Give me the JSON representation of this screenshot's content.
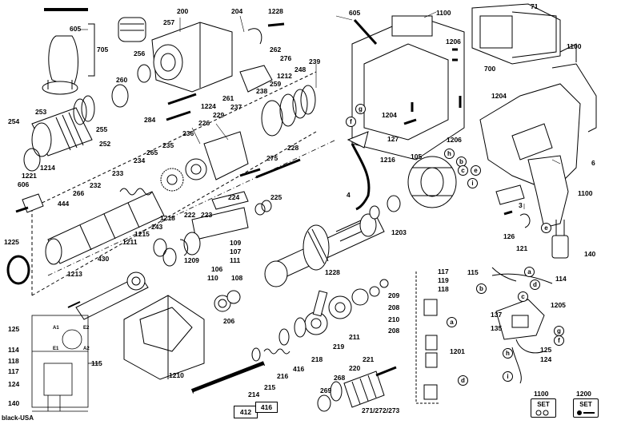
{
  "parts": [
    {
      "id": "p605a",
      "text": "605"
    },
    {
      "id": "p705",
      "text": "705"
    },
    {
      "id": "p257",
      "text": "257"
    },
    {
      "id": "p200",
      "text": "200"
    },
    {
      "id": "p204",
      "text": "204"
    },
    {
      "id": "p1228a",
      "text": "1228"
    },
    {
      "id": "p256",
      "text": "256"
    },
    {
      "id": "p262",
      "text": "262"
    },
    {
      "id": "p276",
      "text": "276"
    },
    {
      "id": "p260",
      "text": "260"
    },
    {
      "id": "p261",
      "text": "261"
    },
    {
      "id": "p259",
      "text": "259"
    },
    {
      "id": "p239",
      "text": "239"
    },
    {
      "id": "p248",
      "text": "248"
    },
    {
      "id": "p1212",
      "text": "1212"
    },
    {
      "id": "p238",
      "text": "238"
    },
    {
      "id": "p237",
      "text": "237"
    },
    {
      "id": "p1224",
      "text": "1224"
    },
    {
      "id": "p253",
      "text": "253"
    },
    {
      "id": "p254",
      "text": "254"
    },
    {
      "id": "p255",
      "text": "255"
    },
    {
      "id": "p284",
      "text": "284"
    },
    {
      "id": "p226",
      "text": "226"
    },
    {
      "id": "p229",
      "text": "229"
    },
    {
      "id": "p252",
      "text": "252"
    },
    {
      "id": "p236",
      "text": "236"
    },
    {
      "id": "p235",
      "text": "235"
    },
    {
      "id": "p265",
      "text": "265"
    },
    {
      "id": "p228",
      "text": "228"
    },
    {
      "id": "p1221",
      "text": "1221"
    },
    {
      "id": "p1214",
      "text": "1214"
    },
    {
      "id": "p234",
      "text": "234"
    },
    {
      "id": "p275",
      "text": "275"
    },
    {
      "id": "p233",
      "text": "233"
    },
    {
      "id": "p606",
      "text": "606"
    },
    {
      "id": "p232",
      "text": "232"
    },
    {
      "id": "p266",
      "text": "266"
    },
    {
      "id": "p224",
      "text": "224"
    },
    {
      "id": "p225",
      "text": "225"
    },
    {
      "id": "p444",
      "text": "444"
    },
    {
      "id": "p222",
      "text": "222"
    },
    {
      "id": "p223",
      "text": "223"
    },
    {
      "id": "p1218",
      "text": "1218"
    },
    {
      "id": "p243",
      "text": "243"
    },
    {
      "id": "p1215",
      "text": "1215"
    },
    {
      "id": "p1225",
      "text": "1225"
    },
    {
      "id": "p1211",
      "text": "1211"
    },
    {
      "id": "p109",
      "text": "109"
    },
    {
      "id": "p107",
      "text": "107"
    },
    {
      "id": "p111",
      "text": "111"
    },
    {
      "id": "p1209",
      "text": "1209"
    },
    {
      "id": "p106",
      "text": "106"
    },
    {
      "id": "p430",
      "text": "430"
    },
    {
      "id": "p110",
      "text": "110"
    },
    {
      "id": "p108",
      "text": "108"
    },
    {
      "id": "p1228b",
      "text": "1228"
    },
    {
      "id": "p1213",
      "text": "1213"
    },
    {
      "id": "p206",
      "text": "206"
    },
    {
      "id": "p209",
      "text": "209"
    },
    {
      "id": "p208a",
      "text": "208"
    },
    {
      "id": "p210",
      "text": "210"
    },
    {
      "id": "p208b",
      "text": "208"
    },
    {
      "id": "p211",
      "text": "211"
    },
    {
      "id": "p219",
      "text": "219"
    },
    {
      "id": "p218",
      "text": "218"
    },
    {
      "id": "p416a",
      "text": "416"
    },
    {
      "id": "p216",
      "text": "216"
    },
    {
      "id": "p215",
      "text": "215"
    },
    {
      "id": "p214",
      "text": "214"
    },
    {
      "id": "p1210",
      "text": "1210"
    },
    {
      "id": "p221",
      "text": "221"
    },
    {
      "id": "p220",
      "text": "220"
    },
    {
      "id": "p268",
      "text": "268"
    },
    {
      "id": "p269",
      "text": "269"
    },
    {
      "id": "p271",
      "text": "271/272/273"
    },
    {
      "id": "p125a",
      "text": "125"
    },
    {
      "id": "p114a",
      "text": "114"
    },
    {
      "id": "p118",
      "text": "118"
    },
    {
      "id": "p117a",
      "text": "117"
    },
    {
      "id": "p115a",
      "text": "115"
    },
    {
      "id": "p124a",
      "text": "124"
    },
    {
      "id": "p140a",
      "text": "140"
    },
    {
      "id": "p605b",
      "text": "605"
    },
    {
      "id": "p1100a",
      "text": "1100"
    },
    {
      "id": "p71",
      "text": "71"
    },
    {
      "id": "p1206a",
      "text": "1206"
    },
    {
      "id": "p1100b",
      "text": "1100"
    },
    {
      "id": "p700",
      "text": "700"
    },
    {
      "id": "p1204a",
      "text": "1204"
    },
    {
      "id": "p1204b",
      "text": "1204"
    },
    {
      "id": "p1206b",
      "text": "1206"
    },
    {
      "id": "p127",
      "text": "127"
    },
    {
      "id": "p1216",
      "text": "1216"
    },
    {
      "id": "p105",
      "text": "105"
    },
    {
      "id": "p6",
      "text": "6"
    },
    {
      "id": "p4",
      "text": "4"
    },
    {
      "id": "p1100c",
      "text": "1100"
    },
    {
      "id": "p3",
      "text": "3"
    },
    {
      "id": "p1203",
      "text": "1203"
    },
    {
      "id": "p126",
      "text": "126"
    },
    {
      "id": "p121",
      "text": "121"
    },
    {
      "id": "p140b",
      "text": "140"
    },
    {
      "id": "p117b",
      "text": "117"
    },
    {
      "id": "p119",
      "text": "119"
    },
    {
      "id": "p118b",
      "text": "118"
    },
    {
      "id": "p115b",
      "text": "115"
    },
    {
      "id": "p114b",
      "text": "114"
    },
    {
      "id": "p1205",
      "text": "1205"
    },
    {
      "id": "p137",
      "text": "137"
    },
    {
      "id": "p135",
      "text": "135"
    },
    {
      "id": "p1201",
      "text": "1201"
    },
    {
      "id": "p125b",
      "text": "125"
    },
    {
      "id": "p124b",
      "text": "124"
    }
  ],
  "callouts": [
    {
      "id": "cf1",
      "text": "f"
    },
    {
      "id": "cg1",
      "text": "g"
    },
    {
      "id": "ch1",
      "text": "h"
    },
    {
      "id": "cb1",
      "text": "b"
    },
    {
      "id": "cc1",
      "text": "c"
    },
    {
      "id": "ce1",
      "text": "e"
    },
    {
      "id": "ci1",
      "text": "i"
    },
    {
      "id": "ce2",
      "text": "e"
    },
    {
      "id": "ca1",
      "text": "a"
    },
    {
      "id": "cb2",
      "text": "b"
    },
    {
      "id": "cd1",
      "text": "d"
    },
    {
      "id": "cc2",
      "text": "c"
    },
    {
      "id": "ca2",
      "text": "a"
    },
    {
      "id": "cd2",
      "text": "d"
    },
    {
      "id": "cg2",
      "text": "g"
    },
    {
      "id": "cf2",
      "text": "f"
    },
    {
      "id": "ch2",
      "text": "h"
    },
    {
      "id": "ci2",
      "text": "i"
    }
  ],
  "box_412": "412",
  "box_416": "416",
  "set_1100": {
    "number": "1100",
    "label": "SET"
  },
  "set_1200": {
    "number": "1200",
    "label": "SET"
  },
  "wiring_labels": {
    "a1": "A1",
    "e2": "E2",
    "e1": "E1",
    "a2": "A2"
  },
  "footer": "black-USA"
}
